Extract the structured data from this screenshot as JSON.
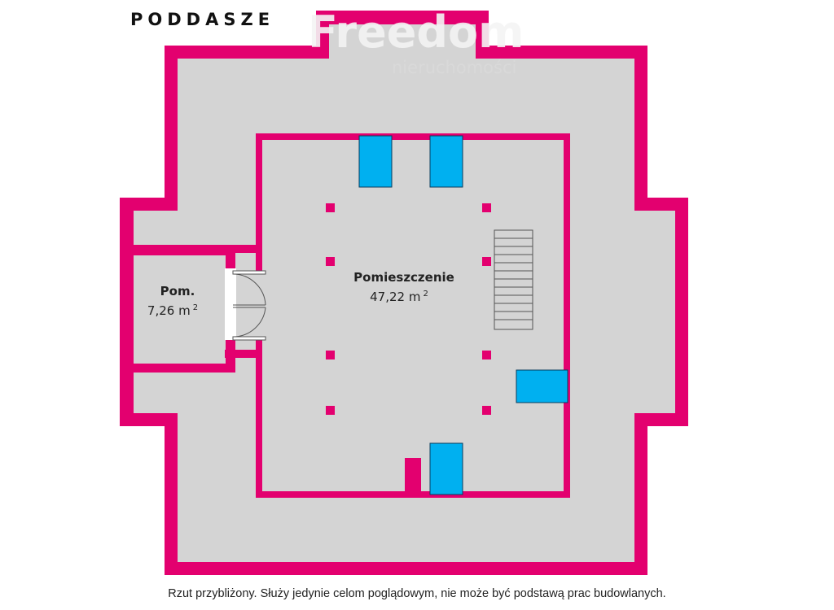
{
  "floor_title": "PODDASZE",
  "watermark": {
    "brand": "Freedom",
    "sub": "nieruchomości"
  },
  "rooms": [
    {
      "name": "Pomieszczenie",
      "area": "47,22 m",
      "unit_sup": "2"
    },
    {
      "name": "Pom.",
      "area": "7,26 m",
      "unit_sup": "2"
    }
  ],
  "disclaimer": "Rzut przybliżony. Służy jedynie celom poglądowym, nie może być podstawą prac budowlanych.",
  "colors": {
    "wall": "#e3006f",
    "floor": "#d4d4d4",
    "window": "#00b0f0",
    "stairs": "#555555"
  }
}
